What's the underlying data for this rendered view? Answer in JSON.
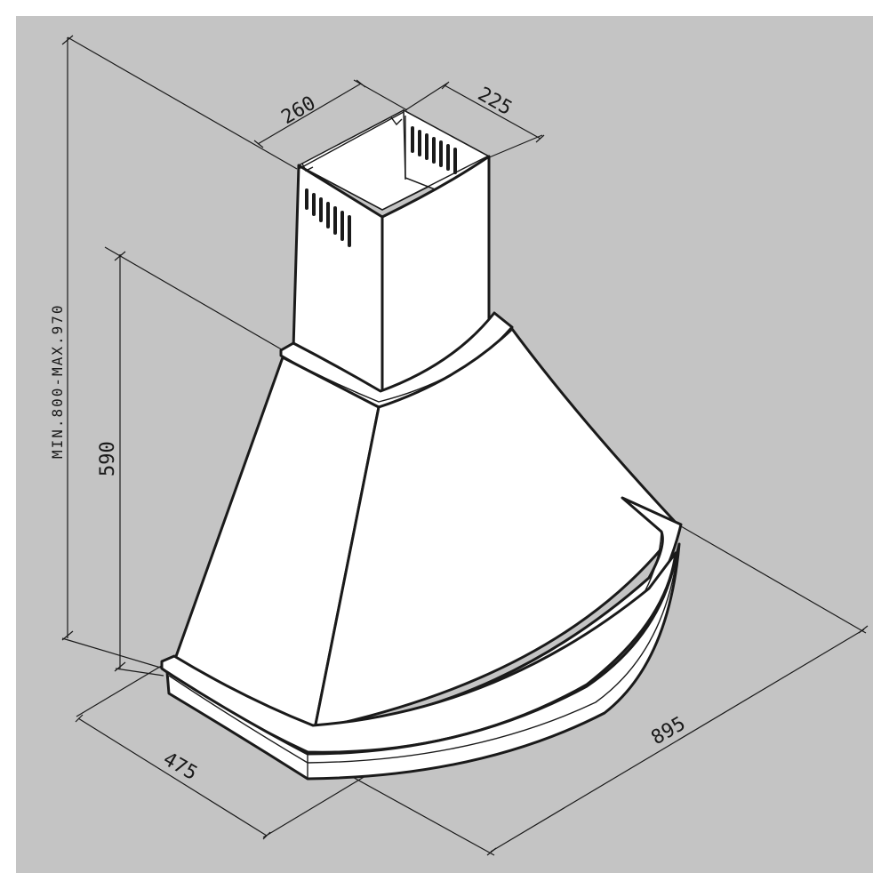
{
  "diagram": {
    "dimensions": {
      "chimney_width": "260",
      "chimney_depth": "225",
      "total_height": "MIN.800-MAX.970",
      "hood_height": "590",
      "hood_depth": "475",
      "hood_width": "895"
    },
    "colors": {
      "background": "#c4c4c4",
      "line": "#1a1a1a",
      "hood_fill": "#ffffff"
    }
  }
}
